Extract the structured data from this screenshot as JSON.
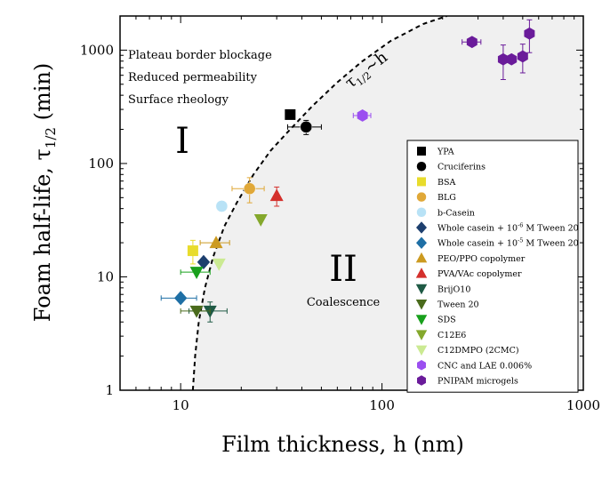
{
  "chart_data": {
    "type": "scatter",
    "xscale": "log",
    "yscale": "log",
    "xlim": [
      5,
      1000
    ],
    "ylim": [
      1,
      2000
    ],
    "xlabel": "Film thickness, h (nm)",
    "ylabel_prefix": "Foam half-life, τ",
    "ylabel_sub": "1/2",
    "ylabel_suffix": " (min)",
    "xticks": [
      {
        "value": 10,
        "label": "10"
      },
      {
        "value": 100,
        "label": "100"
      },
      {
        "value": 1000,
        "label": "1000"
      }
    ],
    "yticks": [
      {
        "value": 1,
        "label": "1"
      },
      {
        "value": 10,
        "label": "10"
      },
      {
        "value": 100,
        "label": "100"
      },
      {
        "value": 1000,
        "label": "1000"
      }
    ],
    "region_labels": {
      "region1": "I",
      "region2": "II",
      "region2_caption": "Coalescence",
      "region1_captions": [
        "Plateau border blockage",
        "Reduced permeability",
        "Surface rheology"
      ]
    },
    "boundary": {
      "label_prefix": "τ",
      "label_sub": "1/2",
      "label_suffix": "~h",
      "points": [
        [
          11.5,
          1
        ],
        [
          11.8,
          2
        ],
        [
          12.3,
          4
        ],
        [
          13.2,
          8
        ],
        [
          14.5,
          15
        ],
        [
          16.5,
          28
        ],
        [
          19,
          45
        ],
        [
          23,
          80
        ],
        [
          28,
          130
        ],
        [
          35,
          200
        ],
        [
          45,
          320
        ],
        [
          60,
          520
        ],
        [
          80,
          800
        ],
        [
          110,
          1200
        ],
        [
          160,
          1700
        ],
        [
          210,
          2000
        ]
      ]
    },
    "grid": false,
    "legend_position": "right",
    "series": [
      {
        "name": "YPA",
        "color": "#000000",
        "marker": "square",
        "points": [
          {
            "x": 35,
            "y": 270
          }
        ]
      },
      {
        "name": "Cruciferins",
        "color": "#000000",
        "marker": "circle",
        "points": [
          {
            "x": 42,
            "y": 210,
            "xerr": [
              8,
              8
            ],
            "yerr": [
              30,
              30
            ]
          }
        ]
      },
      {
        "name": "BSA",
        "color": "#e8dc2c",
        "marker": "square",
        "points": [
          {
            "x": 11.5,
            "y": 17,
            "yerr": [
              4,
              4
            ]
          }
        ]
      },
      {
        "name": "BLG",
        "color": "#e0a838",
        "marker": "circle",
        "points": [
          {
            "x": 22,
            "y": 60,
            "xerr": [
              4,
              4
            ],
            "yerr": [
              15,
              15
            ]
          }
        ]
      },
      {
        "name": "b-Casein",
        "color": "#b8e2f6",
        "marker": "circle",
        "points": [
          {
            "x": 16,
            "y": 42
          }
        ]
      },
      {
        "name": "Whole casein + 10^-6 M Tween 20",
        "legend_prefix": "Whole casein + 10",
        "legend_sup": "-6",
        "legend_suffix": " M Tween 20",
        "color": "#1d3f6e",
        "marker": "diamond",
        "points": [
          {
            "x": 13,
            "y": 13.5
          }
        ]
      },
      {
        "name": "Whole casein + 10^-5 M Tween 20",
        "legend_prefix": "Whole casein + 10",
        "legend_sup": "-5",
        "legend_suffix": " M Tween 20",
        "color": "#1e6fa5",
        "marker": "diamond",
        "points": [
          {
            "x": 10,
            "y": 6.5,
            "xerr": [
              2,
              2
            ]
          }
        ]
      },
      {
        "name": "PEO/PPO copolymer",
        "color": "#cc9a20",
        "marker": "triangle-up",
        "points": [
          {
            "x": 15,
            "y": 20,
            "xerr": [
              2.5,
              2.5
            ]
          }
        ]
      },
      {
        "name": "PVA/VAc copolymer",
        "color": "#d4302c",
        "marker": "triangle-up",
        "points": [
          {
            "x": 30,
            "y": 52,
            "yerr": [
              10,
              10
            ]
          }
        ]
      },
      {
        "name": "BrijO10",
        "color": "#1f5a45",
        "marker": "triangle-down",
        "points": [
          {
            "x": 14,
            "y": 5,
            "xerr": [
              3,
              3
            ],
            "yerr": [
              1,
              1
            ]
          }
        ]
      },
      {
        "name": "Tween 20",
        "color": "#4a6b1c",
        "marker": "triangle-down",
        "points": [
          {
            "x": 12,
            "y": 5,
            "xerr": [
              2,
              2
            ]
          }
        ]
      },
      {
        "name": "SDS",
        "color": "#18a01c",
        "marker": "triangle-down",
        "points": [
          {
            "x": 12,
            "y": 11,
            "xerr": [
              2,
              2
            ]
          }
        ]
      },
      {
        "name": "C12E6",
        "color": "#84a82c",
        "marker": "triangle-down",
        "points": [
          {
            "x": 25,
            "y": 32
          }
        ]
      },
      {
        "name": "C12DMPO (2CMC)",
        "color": "#cbea92",
        "marker": "triangle-down",
        "points": [
          {
            "x": 15.5,
            "y": 13
          }
        ]
      },
      {
        "name": "CNC and LAE 0.006%",
        "color": "#9b4ff0",
        "marker": "hexagon",
        "points": [
          {
            "x": 80,
            "y": 265,
            "xerr": [
              8,
              8
            ]
          }
        ]
      },
      {
        "name": "PNIPAM microgels",
        "color": "#6a1b9a",
        "marker": "hexagon",
        "points": [
          {
            "x": 280,
            "y": 1180,
            "xerr": [
              30,
              30
            ]
          },
          {
            "x": 400,
            "y": 830,
            "yerr": [
              280,
              280
            ]
          },
          {
            "x": 440,
            "y": 830
          },
          {
            "x": 500,
            "y": 880,
            "yerr": [
              250,
              250
            ]
          },
          {
            "x": 540,
            "y": 1400,
            "yerr": [
              450,
              450
            ]
          }
        ]
      }
    ]
  }
}
